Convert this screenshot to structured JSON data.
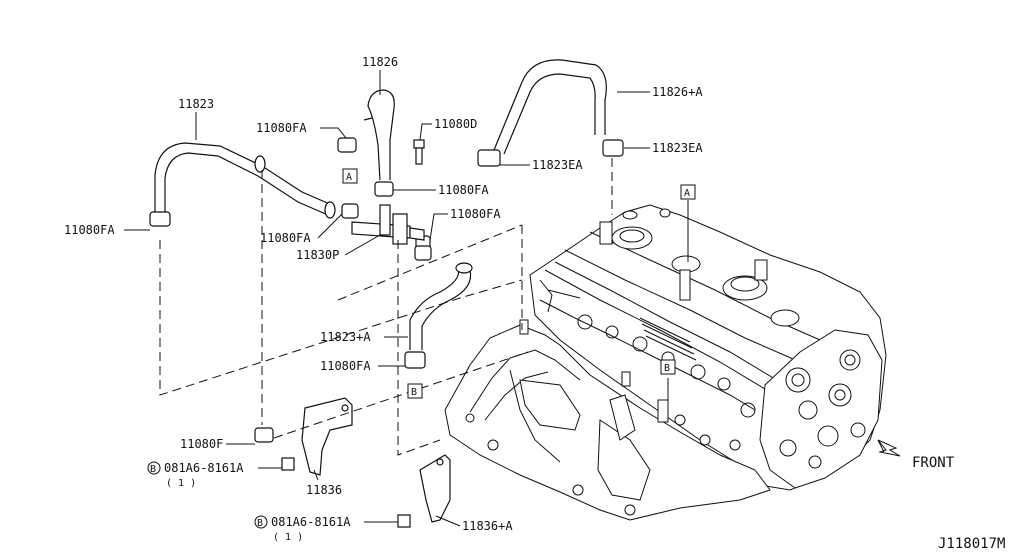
{
  "labels": {
    "p11823": "11823",
    "p11826": "11826",
    "p11080fa_top": "11080FA",
    "p11080d": "11080D",
    "p11826a": "11826+A",
    "p11823ea_left": "11823EA",
    "p11823ea_right": "11823EA",
    "p11080fa_mid": "11080FA",
    "p11080fa_right": "11080FA",
    "p11080fa_left": "11080FA",
    "p11080fa_center": "11080FA",
    "p11830p": "11830P",
    "p11823a": "11823+A",
    "p11080fa_low": "11080FA",
    "p11080f": "11080F",
    "bolt1": "081A6-8161A",
    "bolt1_qty": "( 1 )",
    "p11836": "11836",
    "bolt2": "081A6-8161A",
    "bolt2_qty": "( 1 )",
    "p11836a": "11836+A",
    "front": "FRONT",
    "drawing_id": "J118017M"
  },
  "refs": {
    "a1": "A",
    "a2": "A",
    "b1": "B",
    "b2": "B",
    "circle_b1": "B",
    "circle_b2": "B"
  }
}
